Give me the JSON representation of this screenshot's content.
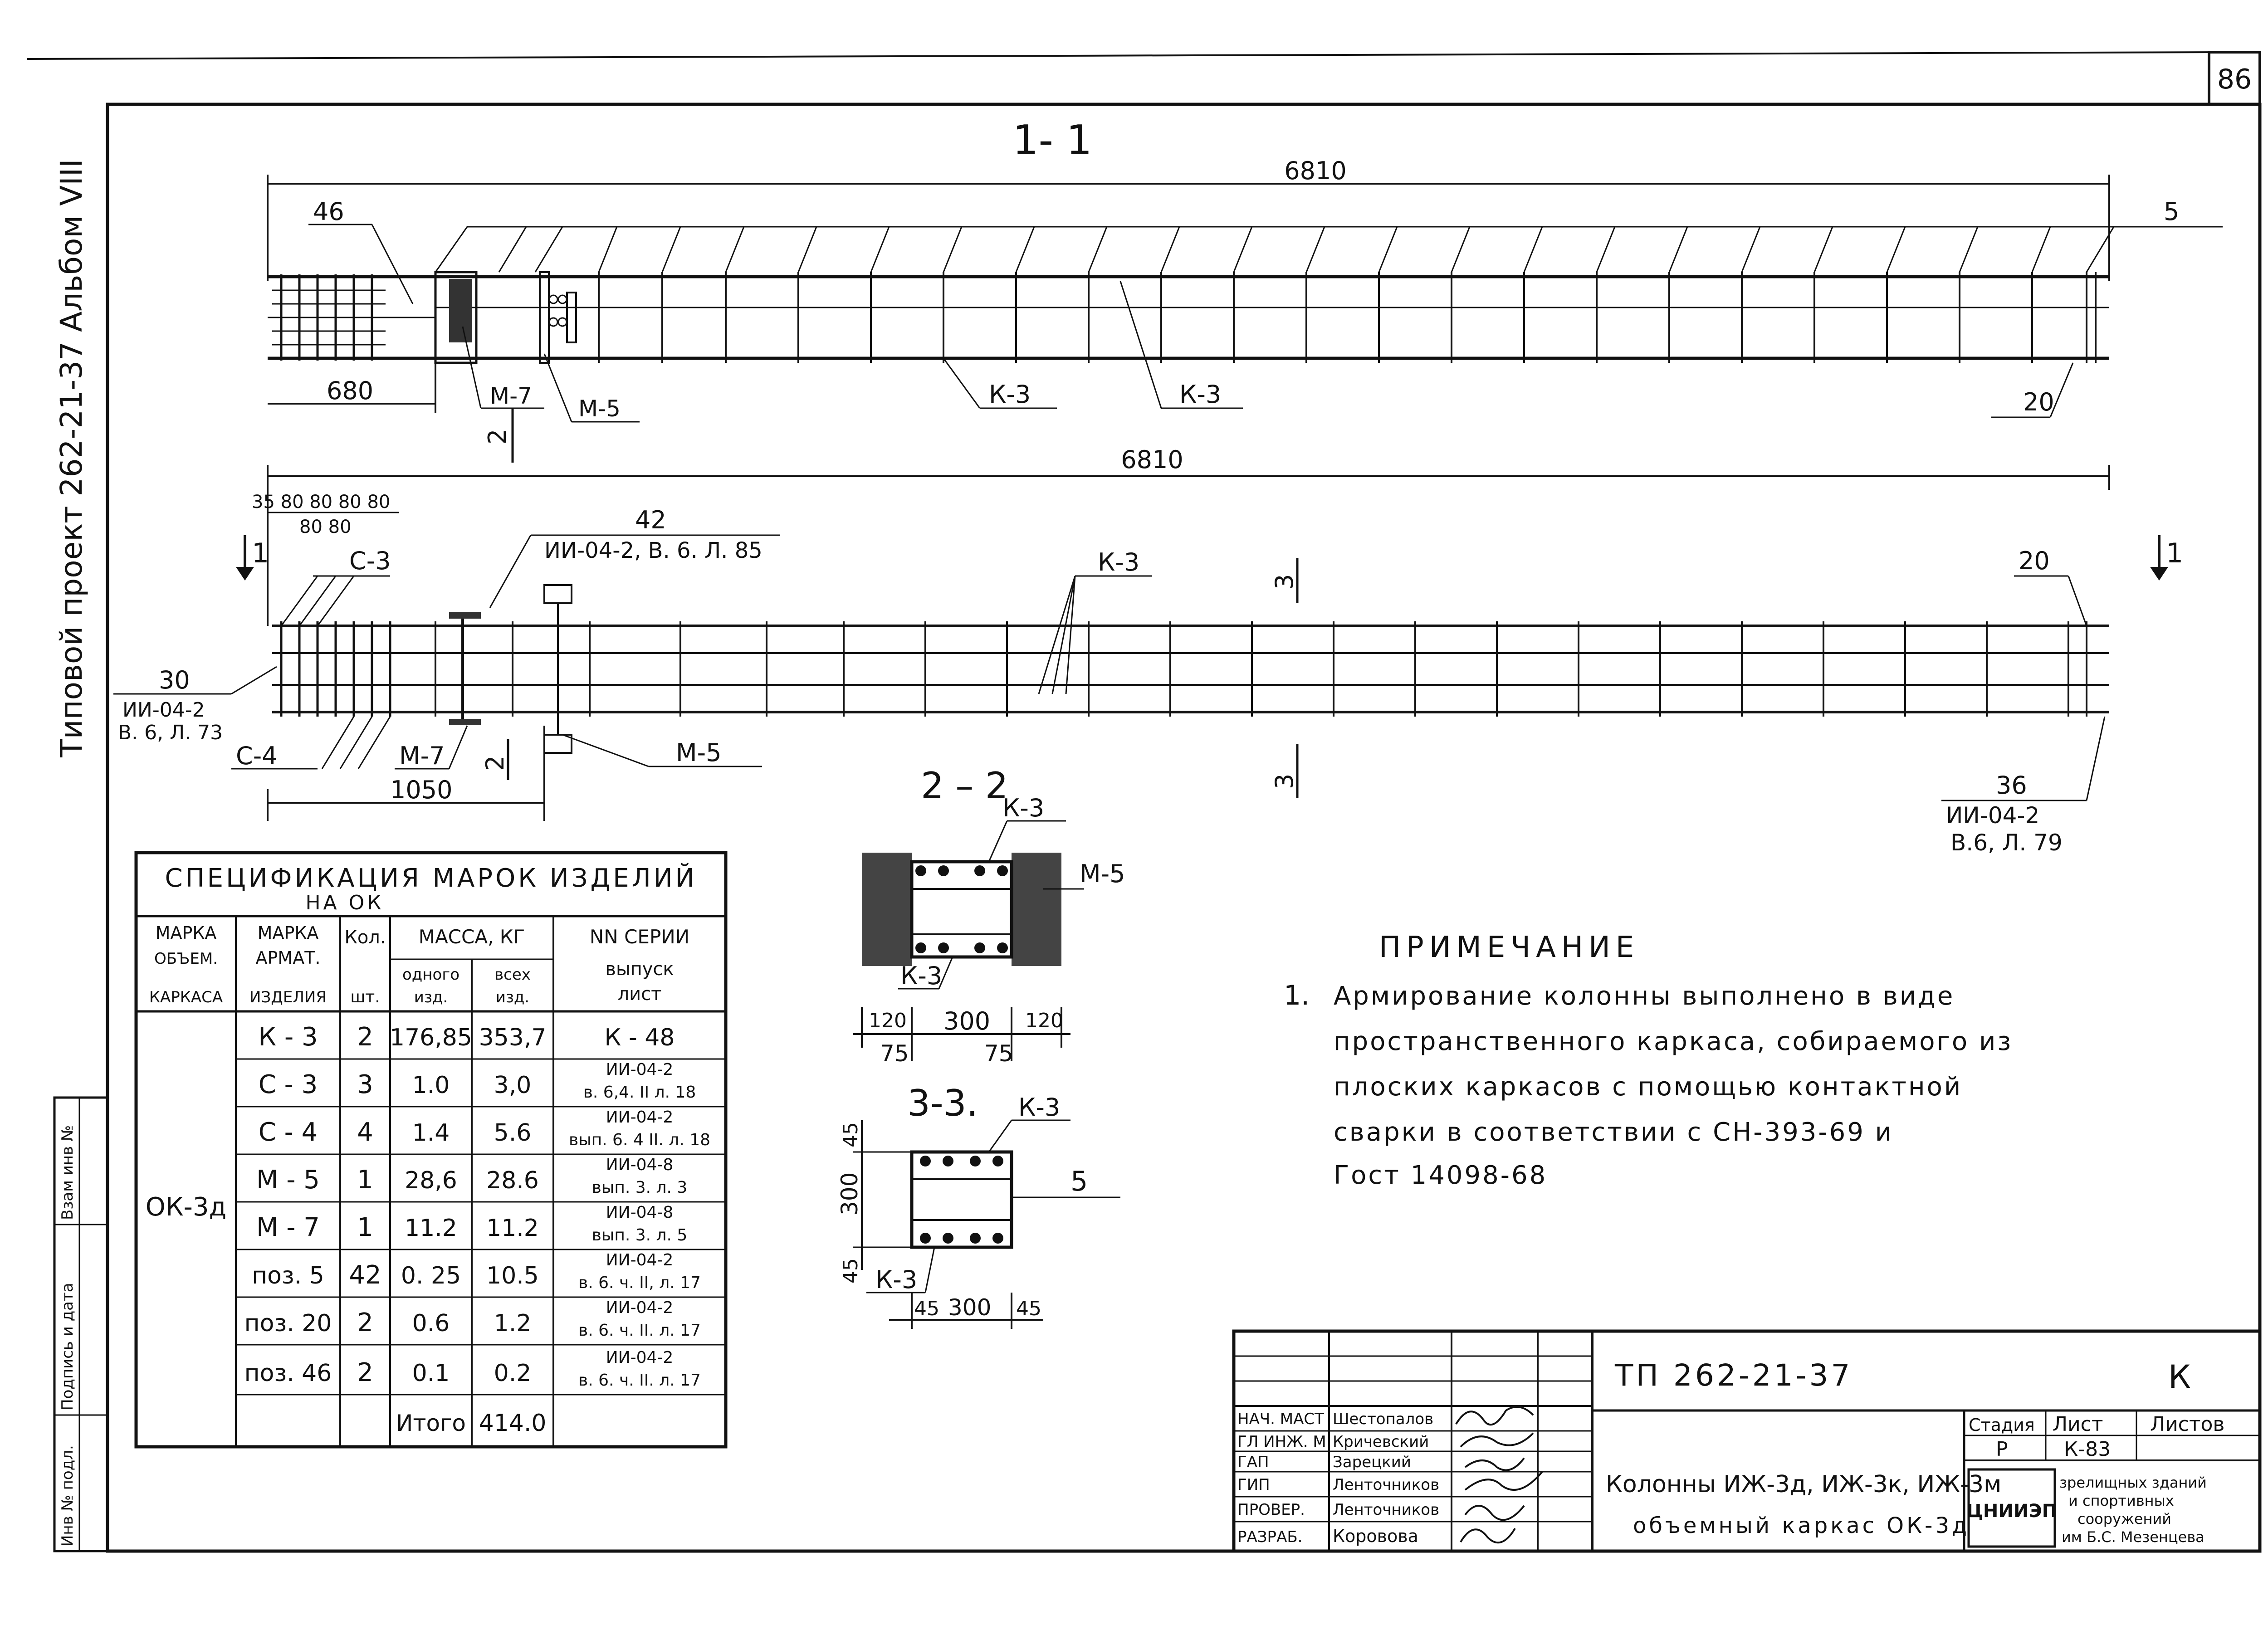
{
  "page_number": "86",
  "side_title": "Типовой проект 262-21-37 Альбом VIII",
  "section_1_1": {
    "title": "1- 1",
    "dim_total": "6810",
    "dim_left": "680",
    "labels": {
      "p46": "46",
      "p5": "5",
      "m7": "М-7",
      "m5": "М-5",
      "k3a": "К-3",
      "k3b": "К-3",
      "p20": "20"
    },
    "cut_label": "2"
  },
  "plan": {
    "dim_total": "6810",
    "spacing_top": "35 80 80 80 80",
    "spacing_bottom": "80 80",
    "dim_1050": "1050",
    "cut_1": "1",
    "cut_3": "3",
    "cut_2": "2",
    "p42": "42",
    "p42_ref": "ИИ-04-2, В. 6. Л. 85",
    "c3": "С-3",
    "c4": "С-4",
    "k3": "К-3",
    "m7": "М-7",
    "m5": "М-5",
    "p20": "20",
    "p30": "30",
    "p30_ref1": "ИИ-04-2",
    "p30_ref2": "В. 6, Л. 73",
    "p36": "36",
    "p36_ref1": "ИИ-04-2",
    "p36_ref2": "В.6, Л. 79"
  },
  "section_2_2": {
    "title": "2 – 2",
    "k3_top": "К-3",
    "k3_bottom": "К-3",
    "m5": "М-5",
    "dims": [
      "120",
      "300",
      "120"
    ],
    "dims_low": [
      "75",
      "75"
    ]
  },
  "section_3_3": {
    "title": "3-3.",
    "k3_top": "К-3",
    "k3_bottom": "К-3",
    "p5": "5",
    "dims_v": [
      "45",
      "300",
      "45"
    ],
    "dims_h": [
      "45",
      "300",
      "45"
    ]
  },
  "note": {
    "title": "ПРИМЕЧАНИЕ",
    "num": "1.",
    "lines": [
      "Армирование колонны выполнено в виде",
      "пространственного каркаса, собираемого из",
      "плоских каркасов с помощью контактной",
      "сварки в соответствии с СН-393-69 и",
      "Гост 14098-68"
    ]
  },
  "spec_table": {
    "title1": "СПЕЦИФИКАЦИЯ МАРОК ИЗДЕЛИЙ",
    "title2": "НА ОК",
    "headers": {
      "marka_obj": [
        "МАРКА",
        "ОБЪЕМ.",
        "КАРКАСА"
      ],
      "marka_arm": [
        "МАРКА",
        "АРМАТ.",
        "ИЗДЕЛИЯ"
      ],
      "kol": "Кол.",
      "kol_unit": "шт.",
      "massa": "МАССА, КГ",
      "odnogo": [
        "одного",
        "изд."
      ],
      "vseh": [
        "всех",
        "изд."
      ],
      "series": [
        "NN СЕРИИ",
        "выпуск",
        "лист"
      ]
    },
    "group": "ОК-3д",
    "rows": [
      {
        "mark": "К - 3",
        "qty": "2",
        "one": "176,85",
        "all": "353,7",
        "ref1": "К - 48",
        "ref2": ""
      },
      {
        "mark": "С - 3",
        "qty": "3",
        "one": "1.0",
        "all": "3,0",
        "ref1": "ИИ-04-2",
        "ref2": "в. 6,4. II л. 18"
      },
      {
        "mark": "С - 4",
        "qty": "4",
        "one": "1.4",
        "all": "5.6",
        "ref1": "ИИ-04-2",
        "ref2": "вып. 6. 4 II. л. 18"
      },
      {
        "mark": "М - 5",
        "qty": "1",
        "one": "28,6",
        "all": "28.6",
        "ref1": "ИИ-04-8",
        "ref2": "вып. 3. л. 3"
      },
      {
        "mark": "М - 7",
        "qty": "1",
        "one": "11.2",
        "all": "11.2",
        "ref1": "ИИ-04-8",
        "ref2": "вып. 3. л. 5"
      },
      {
        "mark": "поз. 5",
        "qty": "42",
        "one": "0. 25",
        "all": "10.5",
        "ref1": "ИИ-04-2",
        "ref2": "в. 6. ч. II, л. 17"
      },
      {
        "mark": "поз. 20",
        "qty": "2",
        "one": "0.6",
        "all": "1.2",
        "ref1": "ИИ-04-2",
        "ref2": "в. 6. ч. II. л. 17"
      },
      {
        "mark": "поз. 46",
        "qty": "2",
        "one": "0.1",
        "all": "0.2",
        "ref1": "ИИ-04-2",
        "ref2": "в. 6. ч. II. л. 17"
      }
    ],
    "total_label": "Итого",
    "total_value": "414.0"
  },
  "left_stamp": [
    "Инв № подл.",
    "Подпись и дата",
    "Взам инв №"
  ],
  "title_block": {
    "project": "ТП 262-21-37",
    "letter": "К",
    "roles": [
      {
        "role": "НАЧ. МАСТ",
        "name": "Шестопалов"
      },
      {
        "role": "ГЛ ИНЖ. М",
        "name": "Кричевский"
      },
      {
        "role": "ГАП",
        "name": "Зарецкий"
      },
      {
        "role": "ГИП",
        "name": "Ленточников"
      },
      {
        "role": "ПРОВЕР.",
        "name": "Ленточников"
      },
      {
        "role": "РАЗРАБ.",
        "name": "Коровова"
      }
    ],
    "stage_label": "Стадия",
    "sheet_label": "Лист",
    "sheets_label": "Листов",
    "stage": "Р",
    "sheet": "К-83",
    "sheets": "",
    "title_line1": "Колонны ИЖ-3д, ИЖ-3к, ИЖ-3м",
    "title_line2": "объемный каркас ОК-3д",
    "org_logo": "ЦНИИЭП",
    "org_lines": [
      "зрелищных зданий",
      "и спортивных",
      "сооружений",
      "им Б.С. Мезенцева"
    ]
  }
}
